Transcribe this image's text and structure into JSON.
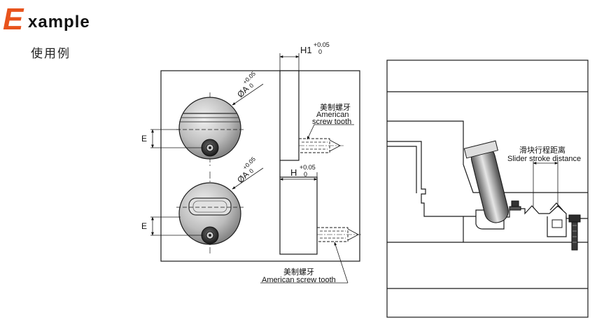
{
  "heading": {
    "letter": "E",
    "rest": "xample",
    "subtitle": "使用例"
  },
  "colors": {
    "accent": "#e8531c",
    "ink": "#1a1a1a",
    "dark-metal": "#2b2b2b"
  },
  "left_figure": {
    "h1_prefix": "H1",
    "h1_tol_top": "+0.05",
    "h1_tol_bottom": "0",
    "h_prefix": "H",
    "h_tol_top": "+0.05",
    "h_tol_bottom": "0",
    "dia_top": "ØA",
    "dia_top_tol_top": "+0.05",
    "dia_top_tol_bottom": "0",
    "dia_bottom": "ØA",
    "dia_bottom_tol_top": "+0.05",
    "dia_bottom_tol_bottom": "0",
    "e_top": "E",
    "e_bottom": "E",
    "screw_top_cn": "美制螺牙",
    "screw_top_en1": "American",
    "screw_top_en2": "screw tooth",
    "screw_bottom_cn": "美制螺牙",
    "screw_bottom_en": "American screw tooth"
  },
  "right_figure": {
    "stroke_cn": "滑块行程距离",
    "stroke_en": "Slider stroke distance"
  }
}
